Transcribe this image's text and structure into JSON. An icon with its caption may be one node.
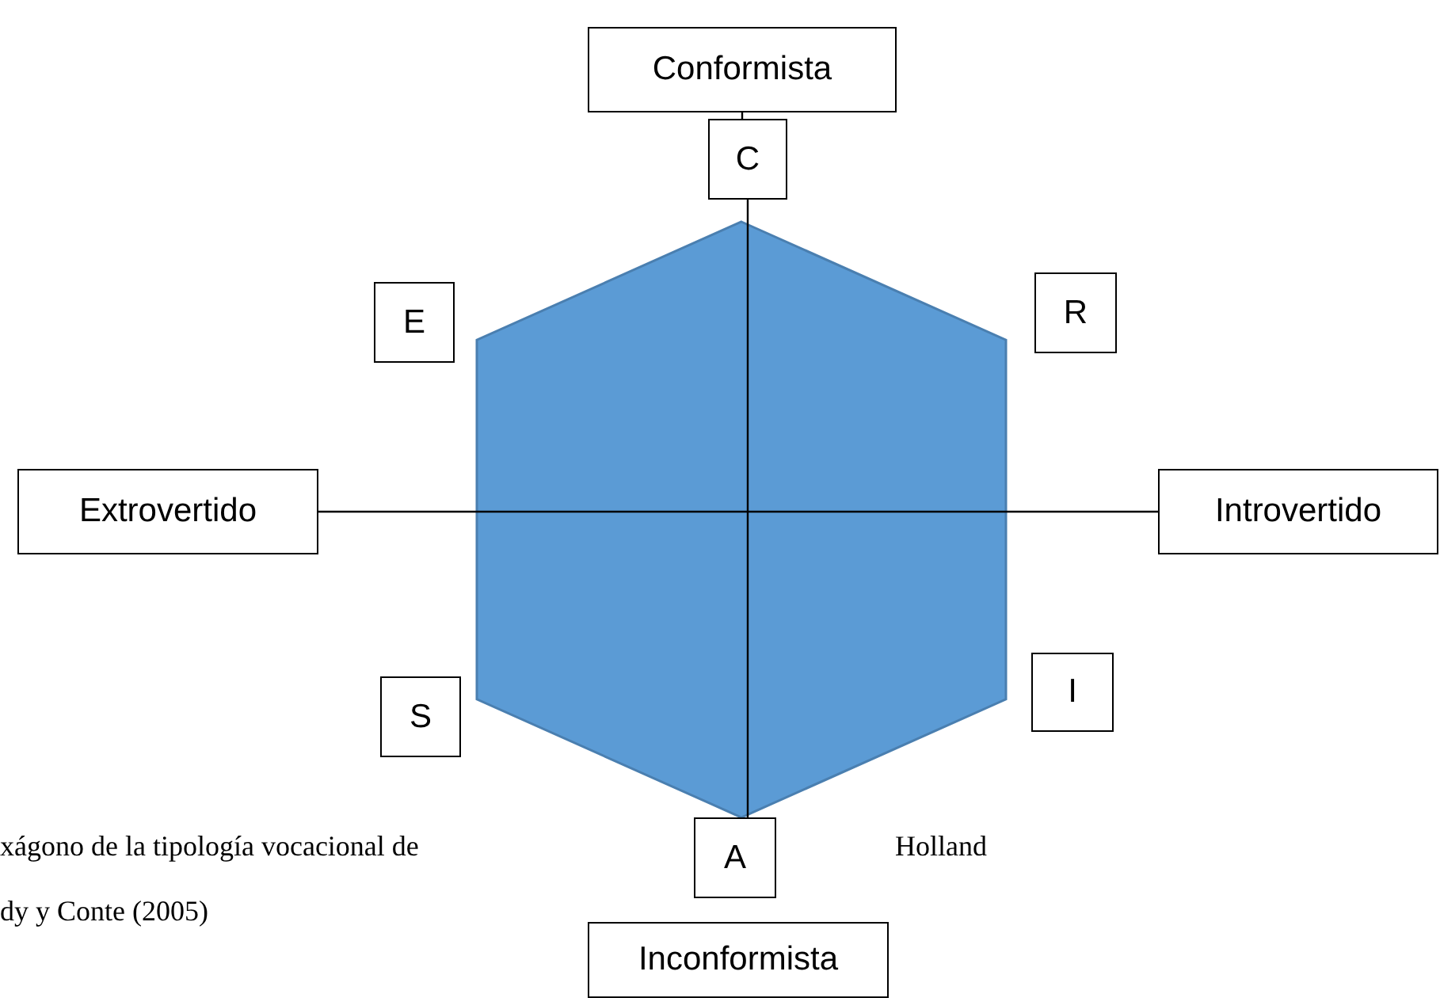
{
  "diagram": {
    "nodes": [
      {
        "text": [
          "Conformista"
        ]
      },
      {
        "text": [
          "C"
        ]
      },
      {
        "text": [
          "E"
        ]
      },
      {
        "text": [
          "R"
        ]
      },
      {
        "text": [
          "Extrovertido"
        ]
      },
      {
        "text": [
          "Introvertido"
        ]
      },
      {
        "text": [
          "S"
        ]
      },
      {
        "text": [
          "I"
        ]
      },
      {
        "text": [
          "A"
        ]
      },
      {
        "text": [
          "Inconformista"
        ]
      }
    ],
    "edges": [
      {
        "from": 0,
        "to": 1,
        "arrow": "none"
      },
      {
        "from": 1,
        "to": 8,
        "arrow": "none"
      },
      {
        "from": 4,
        "to": 5,
        "arrow": "none"
      }
    ],
    "labels": [
      "xágono de la tipología vocacional de",
      "Holland",
      "dy y Conte (2005)"
    ]
  }
}
